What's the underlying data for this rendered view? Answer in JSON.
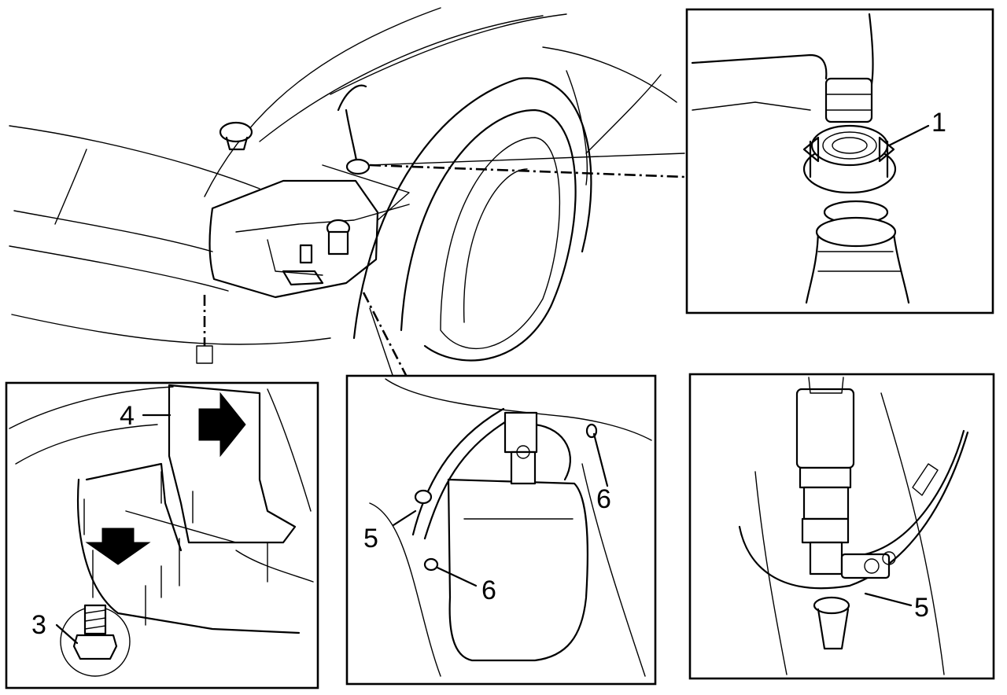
{
  "callouts": {
    "c1": "1",
    "c3": "3",
    "c4": "4",
    "c5a": "5",
    "c5b": "5",
    "c6a": "6",
    "c6b": "6"
  }
}
